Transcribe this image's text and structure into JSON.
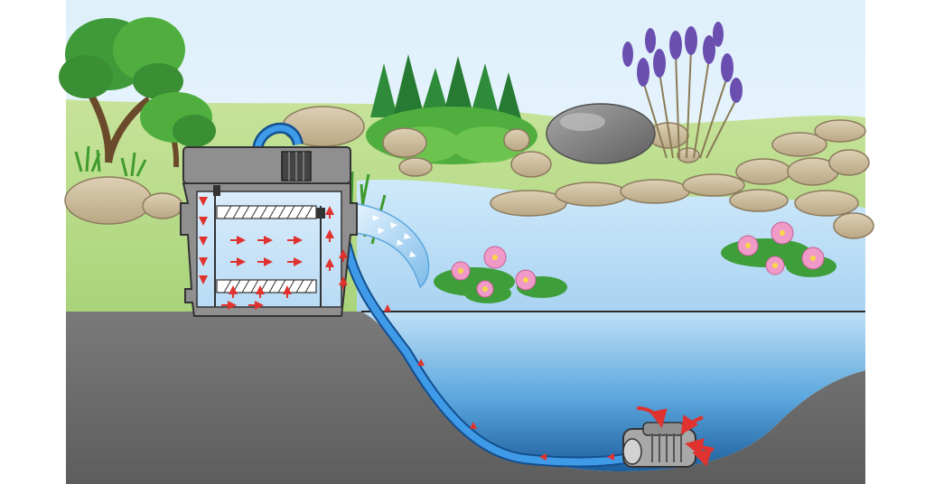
{
  "diagram": {
    "kind": "pond filtration illustration",
    "flow_arrow_color": "#e0322e",
    "water_color": "#2f8fd0",
    "soil_color": "#6e6e6e",
    "components": [
      {
        "name": "external-filter-box",
        "icon": "filter-box-icon"
      },
      {
        "name": "hose-pump-to-filter",
        "icon": "hose-icon"
      },
      {
        "name": "hose-filter-outlet",
        "icon": "hose-icon"
      },
      {
        "name": "submersible-pump",
        "icon": "pump-icon"
      },
      {
        "name": "waterfall-outflow",
        "icon": "water-stream-icon"
      },
      {
        "name": "water-lilies",
        "icon": "lily-icon"
      },
      {
        "name": "lavender-bush",
        "icon": "lavender-icon"
      },
      {
        "name": "trees",
        "icon": "tree-icon"
      },
      {
        "name": "rocks",
        "icon": "rock-icon"
      }
    ]
  }
}
